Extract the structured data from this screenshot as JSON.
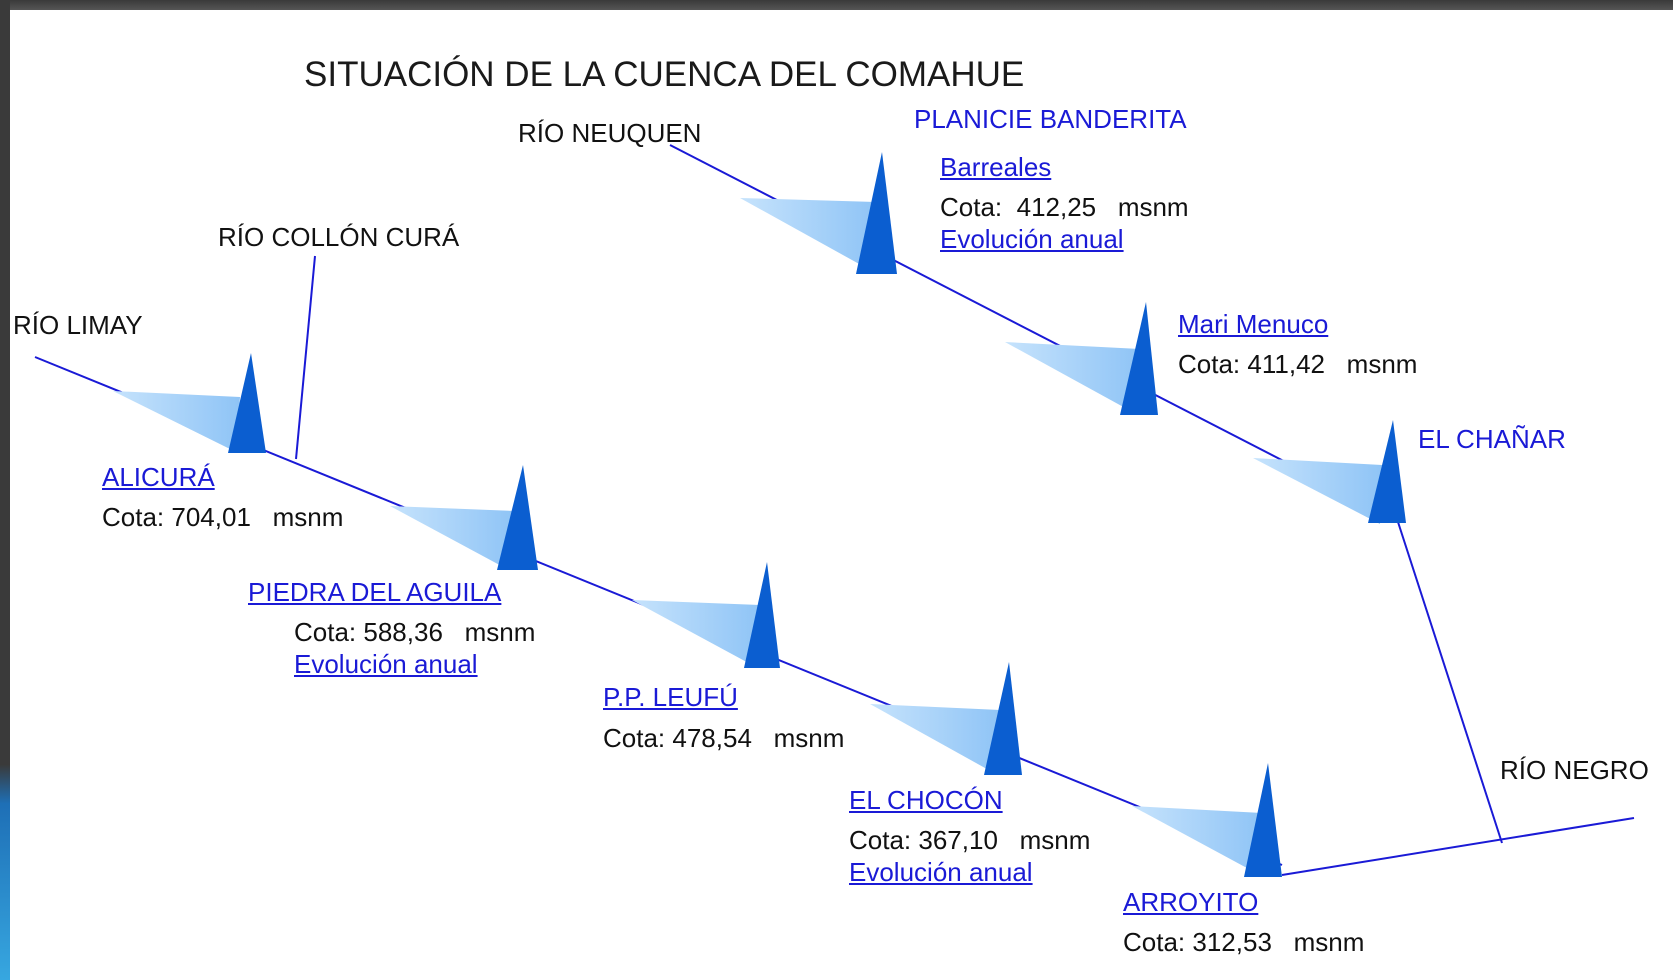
{
  "title": "SITUACIÓN DE LA CUENCA DEL COMAHUE",
  "rivers": {
    "limay": "RÍO LIMAY",
    "collon_cura": "RÍO COLLÓN CURÁ",
    "neuquen": "RÍO NEUQUEN",
    "negro": "RÍO NEGRO"
  },
  "cota_label": "Cota:",
  "unit": "msnm",
  "evolucion_label": "Evolución anual",
  "neuquen_system": {
    "name": "PLANICIE BANDERITA",
    "barreales": {
      "name": "Barreales",
      "cota": "412,25"
    },
    "mari_menuco": {
      "name": "Mari Menuco",
      "cota": "411,42"
    },
    "el_chanar": {
      "name": "EL CHAÑAR"
    }
  },
  "dams": {
    "alicura": {
      "name": "ALICURÁ",
      "cota": "704,01"
    },
    "piedra_del_aguila": {
      "name": "PIEDRA DEL AGUILA",
      "cota": "588,36"
    },
    "pp_leufu": {
      "name": "P.P. LEUFÚ",
      "cota": "478,54"
    },
    "el_chocon": {
      "name": "EL CHOCÓN",
      "cota": "367,10"
    },
    "arroyito": {
      "name": "ARROYITO",
      "cota": "312,53"
    }
  },
  "colors": {
    "river": "#1a1ad6",
    "reservoir": "#a8d4fa",
    "dam": "#0b5ed0",
    "link": "#1a1ad6"
  }
}
